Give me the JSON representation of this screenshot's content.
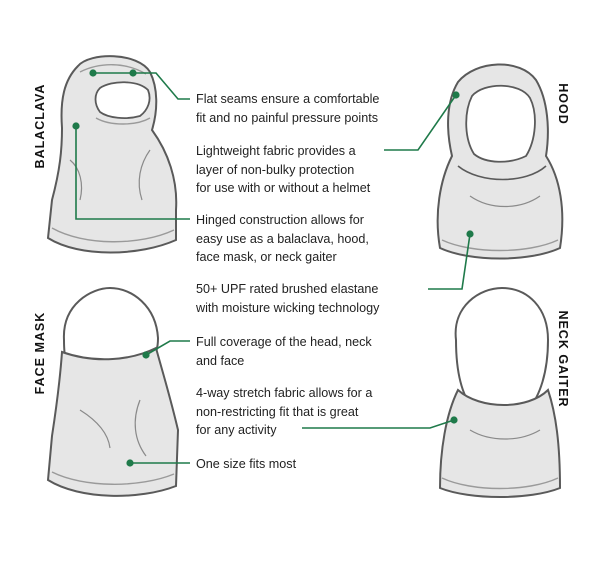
{
  "style": {
    "accent": "#1f7a4a",
    "garment_fill": "#e6e6e6",
    "garment_stroke": "#5a5a5a",
    "face_fill": "#ffffff",
    "seam": "#9a9a9a"
  },
  "labels": {
    "balaclava": "BALACLAVA",
    "hood": "HOOD",
    "face_mask": "FACE MASK",
    "neck_gaiter": "NECK GAITER"
  },
  "callouts": [
    "Flat seams ensure a comfortable\nfit and no painful pressure points",
    "Lightweight fabric provides a\nlayer of non-bulky protection\nfor use with or without a helmet",
    "Hinged construction allows for\neasy use as a balaclava, hood,\nface mask, or neck gaiter",
    "50+ UPF rated brushed elastane\nwith moisture wicking technology",
    "Full coverage of the head, neck\nand face",
    "4-way stretch fabric allows for a\nnon-restricting fit that is great\nfor any activity",
    "One size fits most"
  ]
}
